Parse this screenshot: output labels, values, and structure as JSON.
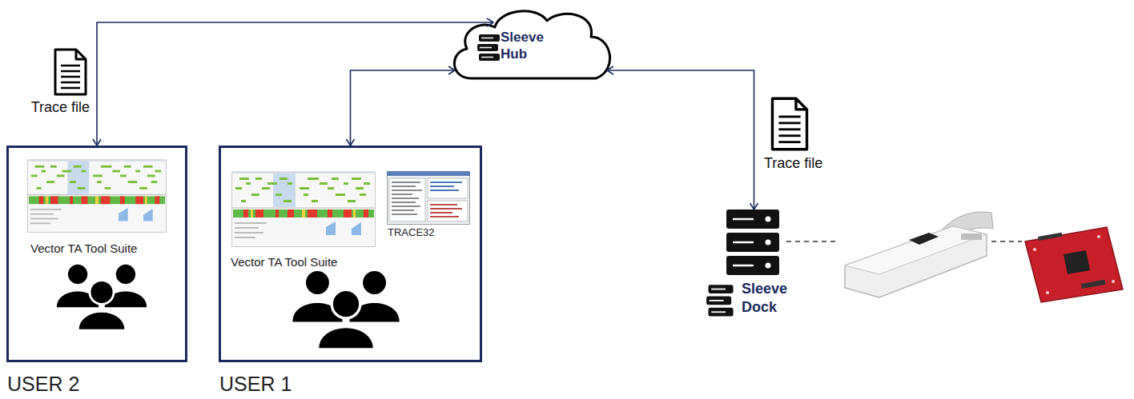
{
  "diagram": {
    "nodes": [
      {
        "text": [
          "Sleeve Hub"
        ]
      },
      {
        "text": [
          "Vector TA Tool Suite",
          "USER 2"
        ]
      },
      {
        "text": [
          "TRACE32",
          "Vector TA Tool Suite",
          "USER 1"
        ]
      },
      {
        "text": [
          "Sleeve Dock"
        ]
      }
    ],
    "edges": [
      {
        "from": 0,
        "to": 1,
        "arrow": "both",
        "label": "Trace file"
      },
      {
        "from": 0,
        "to": 2,
        "arrow": "both"
      },
      {
        "from": 0,
        "to": 3,
        "arrow": "both",
        "label": "Trace file"
      }
    ]
  }
}
